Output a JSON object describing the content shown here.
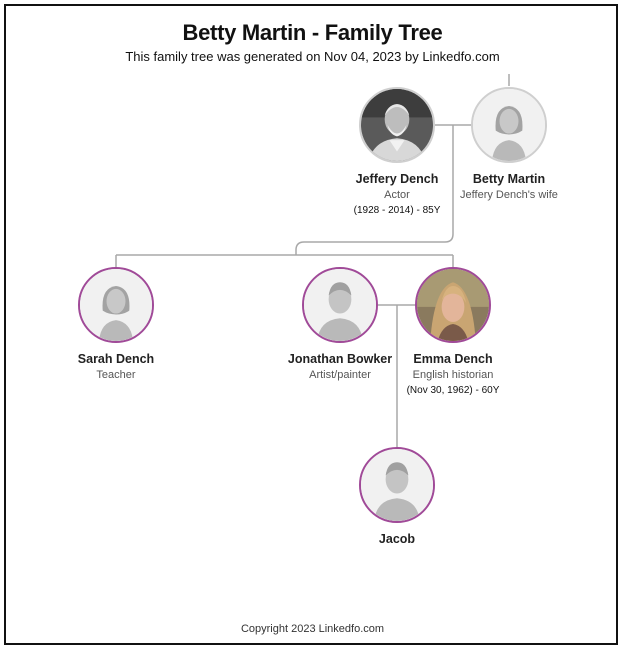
{
  "header": {
    "title": "Betty Martin - Family Tree",
    "subtitle": "This family tree was generated on Nov 04, 2023 by Linkedfo.com"
  },
  "footer": {
    "copyright": "Copyright 2023 Linkedfo.com"
  },
  "colors": {
    "border_child": "#a04a98",
    "border_spouse": "#cfcfcf",
    "line": "#a8a8a8"
  },
  "people": {
    "jeffery": {
      "name": "Jeffery Dench",
      "role": "Actor",
      "dates": "(1928 - 2014) - 85Y",
      "icon": "elderly-man-photo"
    },
    "betty": {
      "name": "Betty Martin",
      "role": "Jeffery Dench's wife",
      "icon": "female-silhouette-icon"
    },
    "sarah": {
      "name": "Sarah Dench",
      "role": "Teacher",
      "icon": "female-silhouette-icon"
    },
    "jonathan": {
      "name": "Jonathan Bowker",
      "role": "Artist/painter",
      "icon": "male-silhouette-icon"
    },
    "emma": {
      "name": "Emma Dench",
      "role": "English historian",
      "dates": "(Nov 30, 1962) - 60Y",
      "icon": "woman-photo"
    },
    "jacob": {
      "name": "Jacob",
      "icon": "male-silhouette-icon"
    }
  }
}
